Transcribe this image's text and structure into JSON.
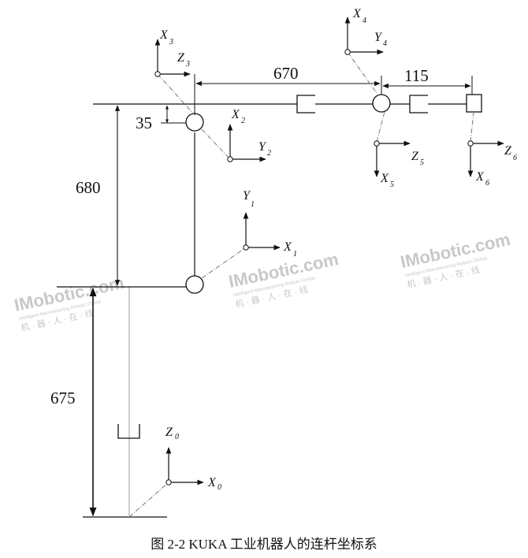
{
  "dimensions": {
    "d670": "670",
    "d115": "115",
    "d35": "35",
    "d680": "680",
    "d675": "675"
  },
  "frames": {
    "f0": {
      "a1": "Z",
      "a1_sub": "0",
      "a2": "X",
      "a2_sub": "0"
    },
    "f1": {
      "a1": "Y",
      "a1_sub": "1",
      "a2": "X",
      "a2_sub": "1"
    },
    "f2": {
      "a1": "X",
      "a1_sub": "2",
      "a2": "Y",
      "a2_sub": "2"
    },
    "f3": {
      "a1": "X",
      "a1_sub": "3",
      "a2": "Z",
      "a2_sub": "3"
    },
    "f4": {
      "a1": "X",
      "a1_sub": "4",
      "a2": "Y",
      "a2_sub": "4"
    },
    "f5": {
      "a1": "Z",
      "a1_sub": "5",
      "a2": "X",
      "a2_sub": "5"
    },
    "f6": {
      "a1": "Z",
      "a1_sub": "6",
      "a2": "X",
      "a2_sub": "6"
    }
  },
  "watermark": {
    "brand": "IMobotic.com",
    "tagline": "Intelligent Manufacturing Robotic Online",
    "cn": "机 · 器 · 人 · 在 · 线"
  },
  "caption": "图 2-2 KUKA 工业机器人的连杆坐标系"
}
